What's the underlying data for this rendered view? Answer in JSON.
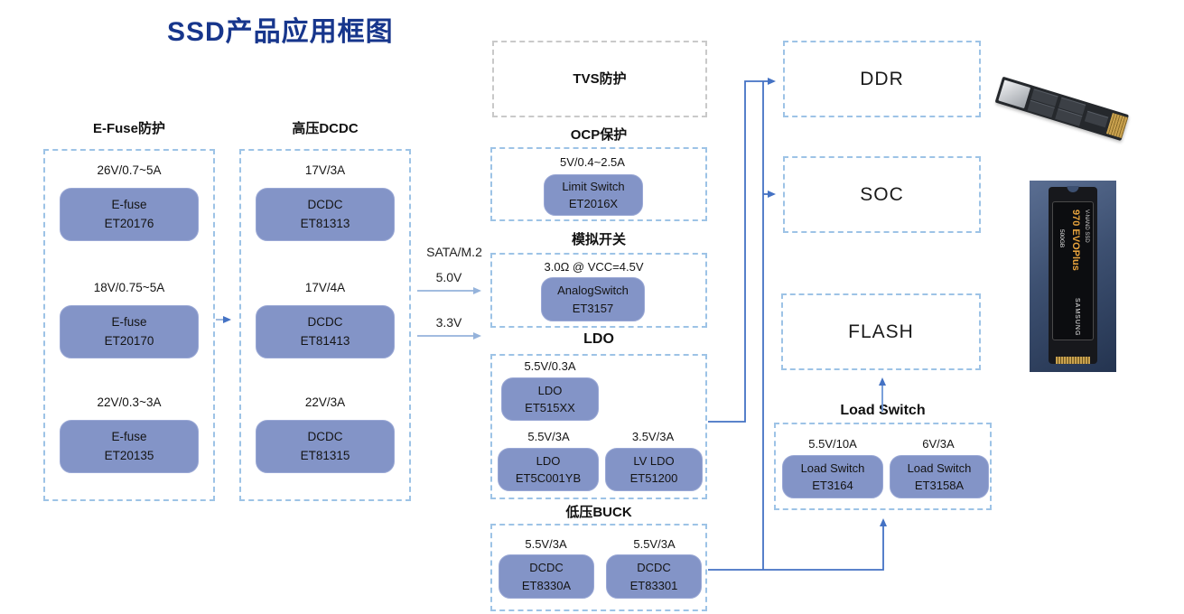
{
  "title": "SSD产品应用框图",
  "colors": {
    "title_blue": "#17368C",
    "block_fill": "#8394C7",
    "dashed_blue": "#9DC3E6",
    "dashed_gray": "#C9C9C9",
    "wire_blue": "#4472C4",
    "pale_arrow": "#95B3DB"
  },
  "inputs": {
    "interface": "SATA/M.2",
    "rail1": "5.0V",
    "rail2": "3.3V"
  },
  "efuse": {
    "label": "E-Fuse防护",
    "blocks": [
      {
        "rating": "26V/0.7~5A",
        "name": "E-fuse",
        "part": "ET20176"
      },
      {
        "rating": "18V/0.75~5A",
        "name": "E-fuse",
        "part": "ET20170"
      },
      {
        "rating": "22V/0.3~3A",
        "name": "E-fuse",
        "part": "ET20135"
      }
    ]
  },
  "hv_dcdc": {
    "label": "高压DCDC",
    "blocks": [
      {
        "rating": "17V/3A",
        "name": "DCDC",
        "part": "ET81313"
      },
      {
        "rating": "17V/4A",
        "name": "DCDC",
        "part": "ET81413"
      },
      {
        "rating": "22V/3A",
        "name": "DCDC",
        "part": "ET81315"
      }
    ]
  },
  "tvs": {
    "label": "TVS防护"
  },
  "ocp": {
    "label": "OCP保护",
    "blocks": [
      {
        "rating": "5V/0.4~2.5A",
        "name": "Limit Switch",
        "part": "ET2016X"
      }
    ]
  },
  "analog_switch": {
    "label": "模拟开关",
    "blocks": [
      {
        "rating": "3.0Ω @ VCC=4.5V",
        "name": "AnalogSwitch",
        "part": "ET3157"
      }
    ]
  },
  "ldo": {
    "label": "LDO",
    "blocks": [
      {
        "rating": "5.5V/0.3A",
        "name": "LDO",
        "part": "ET515XX"
      },
      {
        "rating": "5.5V/3A",
        "name": "LDO",
        "part": "ET5C001YB"
      },
      {
        "rating": "3.5V/3A",
        "name": "LV LDO",
        "part": "ET51200"
      }
    ]
  },
  "buck": {
    "label": "低压BUCK",
    "blocks": [
      {
        "rating": "5.5V/3A",
        "name": "DCDC",
        "part": "ET8330A"
      },
      {
        "rating": "5.5V/3A",
        "name": "DCDC",
        "part": "ET83301"
      }
    ]
  },
  "loads": {
    "ddr": "DDR",
    "soc": "SOC",
    "flash": "FLASH"
  },
  "load_switch": {
    "label": "Load Switch",
    "blocks": [
      {
        "rating": "5.5V/10A",
        "name": "Load Switch",
        "part": "ET3164"
      },
      {
        "rating": "6V/3A",
        "name": "Load Switch",
        "part": "ET3158A"
      }
    ]
  },
  "photos": {
    "samsung": {
      "series": "V-NAND SSD",
      "model": "970 EVOPlus",
      "capacity": "500GB",
      "brand": "SAMSUNG"
    }
  }
}
